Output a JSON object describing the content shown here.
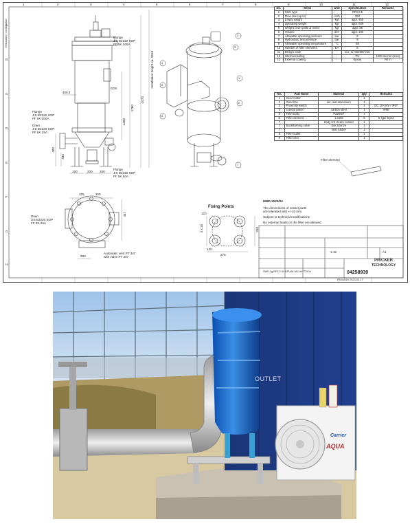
{
  "drawing": {
    "side_label": "Vertraulich / confidential",
    "column_numbers": [
      "1",
      "2",
      "3",
      "4",
      "5",
      "6",
      "7",
      "8",
      "9",
      "10",
      "11",
      "12"
    ],
    "row_letters": [
      "A",
      "B",
      "C",
      "D",
      "E",
      "F",
      "G",
      "H"
    ],
    "flange_top": "Flange\nJIS B2220 SOP\nFF 5K 200A",
    "flange_left": "Flange\nJIS B2220 SOP\nFF 5K 200A",
    "drain_left": "Drain\nJIS B2220 SOP\nFF 5K 25A",
    "flange_bottom": "Flange\nJIS B2220 SOP\nFF 5K 50A",
    "drain_plan": "Drain\nJIS B2220 SOP\nFF 5K 25A",
    "vent_note": "Automatic vent PT 3/4\"\nwith valve PT 3/4\"",
    "fixing_points_title": "Fixing Points",
    "filter_element_label": "Filter element",
    "eds_label": "EDS",
    "installation_height": "Installation height ca. 2610",
    "dims": {
      "d2074": "2074",
      "d1760": "1760",
      "d1300": "1300",
      "d406": "406.4",
      "d400": "400",
      "d345": "345",
      "d160": "160",
      "d200": "200",
      "d280": "280",
      "d325a": "325",
      "d325b": "325",
      "d457": "457",
      "d280b": "280",
      "d130": "130",
      "d275": "275",
      "d120": "120",
      "d250": "250",
      "d18": "4 x 18"
    },
    "callouts": [
      "1",
      "2",
      "3",
      "4",
      "5",
      "6",
      "7",
      "8"
    ],
    "notes_block": {
      "code": "MMD 2023/24",
      "line1": "The dimensions of vessel parts",
      "line2": "are tolerated with +/-10 mm.",
      "line3": "Subject to technical modifications",
      "line4": "No external loads on the filter are allowed."
    },
    "company": {
      "name_top": "PRICKER",
      "name_bottom": "TECHNOLOGY",
      "drawing_number": "04258939",
      "sheet": "FS0&E&S 2023-03-17"
    },
    "spec_table": {
      "headers": [
        "No.",
        "Items",
        "Unit",
        "Specification",
        "Remarks"
      ],
      "rows": [
        [
          "1",
          "Filter type",
          "",
          "RF3-2.5",
          ""
        ],
        [
          "2",
          "Flow rate (up to)",
          "m³/h",
          "250",
          ""
        ],
        [
          "3",
          "Empty weight",
          "kgf",
          "appr. 450",
          ""
        ],
        [
          "4",
          "Operating weight",
          "kgf",
          "appr. 640",
          ""
        ],
        [
          "5",
          "Weight cover plate & motor",
          "kgf",
          "appr. 66",
          ""
        ],
        [
          "6",
          "Volume",
          "dm³",
          "appr. 190",
          ""
        ],
        [
          "7",
          "Allowable operating pressure",
          "bar",
          "6",
          ""
        ],
        [
          "8",
          "Hydrostatic test pressure",
          "bar",
          "9",
          ""
        ],
        [
          "9",
          "Allowable operating temperature",
          "°C",
          "55",
          ""
        ],
        [
          "10",
          "Number of filter elements",
          "EA",
          "6",
          ""
        ],
        [
          "11",
          "Design code",
          "-",
          "acc. to AD2000 rule",
          ""
        ],
        [
          "12a",
          "Internal coating",
          "-",
          "PU",
          "1000 micron (max)"
        ],
        [
          "12b",
          "External coating",
          "-",
          "Epoxy",
          "Fill in"
        ]
      ]
    },
    "parts_table": {
      "headers": [
        "No.",
        "Part Name",
        "Material",
        "Qty",
        "Remarks"
      ],
      "rows": [
        [
          "1",
          "Gear motor",
          "",
          "1",
          ""
        ],
        [
          "2",
          "Gear box",
          "die cast aluminium",
          "1",
          ""
        ],
        [
          "3",
          "Proximity switch",
          "",
          "1",
          "DC 10~24V / IP67"
        ],
        [
          "4",
          "Control panel",
          "carbon steel",
          "1",
          "IP66"
        ],
        [
          "5",
          "Filter body",
          "P235GH",
          "1",
          ""
        ],
        [
          "6",
          "Filter element",
          "1.4404",
          "6",
          "K type 6 pcs"
        ],
        [
          "7a",
          "",
          "body CS Hearn coated",
          "1",
          ""
        ],
        [
          "7b",
          "Backflushing valve",
          "disc bronze",
          "1",
          ""
        ],
        [
          "7c",
          "",
          "seat rubber",
          "1",
          ""
        ],
        [
          "8",
          "Filter outlet",
          "",
          "1",
          ""
        ],
        [
          "9",
          "Filter inlet",
          "",
          "1",
          ""
        ]
      ]
    },
    "title_block_misc": [
      "1:15",
      "A1",
      "SWE-2g RF3-2.5L-EPU/M-NKJ-A FT0011"
    ]
  },
  "photo": {
    "container_text": "OUTLET",
    "ac_brand": "Carrier",
    "ac_model": "AQUA",
    "colors": {
      "sky": "#9fc3ea",
      "container": "#1e3a8a",
      "wrap": "#1d6fd1",
      "ground": "#c9b98d",
      "pipe": "#c9c9c9"
    }
  }
}
